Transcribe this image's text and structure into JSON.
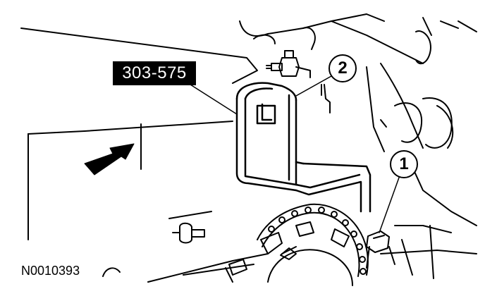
{
  "tool_label": "303-575",
  "callouts": [
    "1",
    "2"
  ],
  "figure_id": "N0010393",
  "colors": {
    "ink": "#000000",
    "paper": "#ffffff"
  }
}
